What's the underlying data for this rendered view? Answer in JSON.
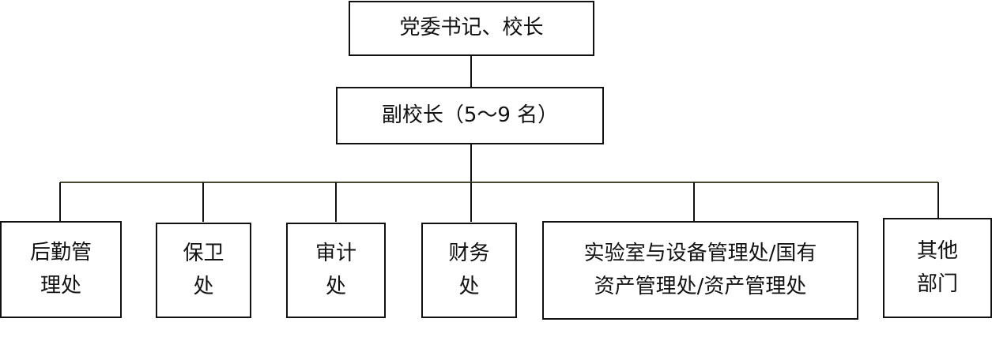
{
  "top": {
    "label": "党委书记、校长"
  },
  "vice": {
    "label": "副校长（5～9 名）"
  },
  "departments": [
    {
      "line1": "后勤管",
      "line2": "理处"
    },
    {
      "line1": "保卫",
      "line2": "处"
    },
    {
      "line1": "审计",
      "line2": "处"
    },
    {
      "line1": "财务",
      "line2": "处"
    },
    {
      "line1": "实验室与设备管理处/国有",
      "line2": "资产管理处/资产管理处"
    },
    {
      "line1": "其他",
      "line2": "部门"
    }
  ],
  "colors": {
    "border": "#111111",
    "bus": "#4a4a33",
    "background": "#ffffff"
  }
}
